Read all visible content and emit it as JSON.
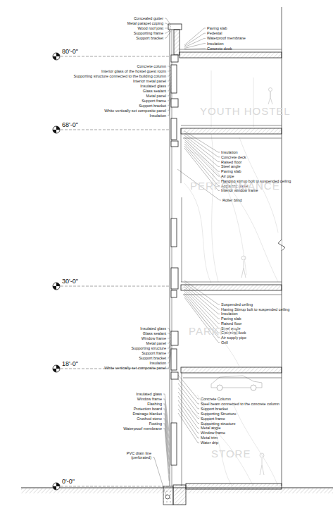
{
  "diagram": {
    "labels": [
      "Concealed gutter",
      "Metal parapet coping",
      "Wood roof joist",
      "Supporting frame",
      "Support bracket",
      "Paving slab",
      "Pedestal",
      "Waterproof membrane",
      "Insulation",
      "Concrete deck",
      "80'-0\"",
      "Concrete column",
      "Interior glass of the hostel guest room",
      "Supporting structure connected to the building column",
      "Interior metal panel",
      "Insulated glass",
      "Glass sealant",
      "Metal panel",
      "Support frame",
      "Support bracket",
      "White vertically-set composite panel",
      "Insulation",
      "68'-0\"",
      "Insulation",
      "Concrete deck",
      "Raised floor",
      "Steel angle",
      "Paving slab",
      "Air pipe",
      "Hanging stirrup bolt to suspended ceiling",
      "Accoustic panel",
      "Interior window frame",
      "Roller blind",
      "30'-0\"",
      "Suspended ceiling",
      "Haning Stirrup bolt to suspended ceiling",
      "Insulation",
      "Paving slab",
      "Raised floor",
      "Steel angle",
      "Concrete deck",
      "Air supply pipe",
      "Grill",
      "Insulated glass",
      "Glass sealant",
      "Window frame",
      "Metal panel",
      "Supporting structure",
      "Support frame",
      "Support bracket",
      "Insulation",
      "White vertically-set composite panel",
      "18'-0\"",
      "Insulated glass",
      "Window frame",
      "Flashing",
      "Protection board",
      "Drainage blanket",
      "Crushed stone",
      "Footing",
      "Waterproof membrane",
      "Concrete Column",
      "Steel beam connected to the concrete column",
      "Support bracket",
      "Supporting Structure",
      "Support frame",
      "Supporting structure",
      "Metal angle",
      "Window frame",
      "Metal trim",
      "Water drip",
      "PVC drain line (perforated)",
      "0'-0\"",
      "YOUTH HOSTEL",
      "PERFORMANCE",
      "PARKING",
      "STORE"
    ]
  }
}
